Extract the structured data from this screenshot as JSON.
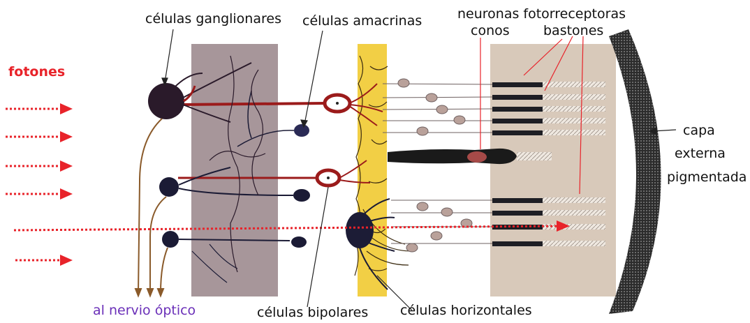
{
  "labels": {
    "photons": "fotones",
    "ganglion_cells": "células ganglionares",
    "amacrine_cells": "células amacrinas",
    "photoreceptor_neurons": "neuronas fotorreceptoras",
    "cones": "conos",
    "rods": "bastones",
    "pigment_layer_line1": "capa",
    "pigment_layer_line2": "externa",
    "pigment_layer_line3": "pigmentada",
    "optic_nerve": "al nervio óptico",
    "bipolar_cells": "células bipolares",
    "horizontal_cells": "células horizontales"
  },
  "colors": {
    "photon_arrow": "#e8232a",
    "photon_label": "#e8232a",
    "optic_nerve_label": "#6a2fb8",
    "ganglion_layer": "#a7969a",
    "horizontal_layer": "#f2cf45",
    "photoreceptor_layer": "#d8c9ba",
    "pigment_arc": "#3a3a3a",
    "neuron_red": "#9b1b1b",
    "neuron_dark": "#1b1b35",
    "optic_nerve_axon": "#8a5a2a"
  }
}
